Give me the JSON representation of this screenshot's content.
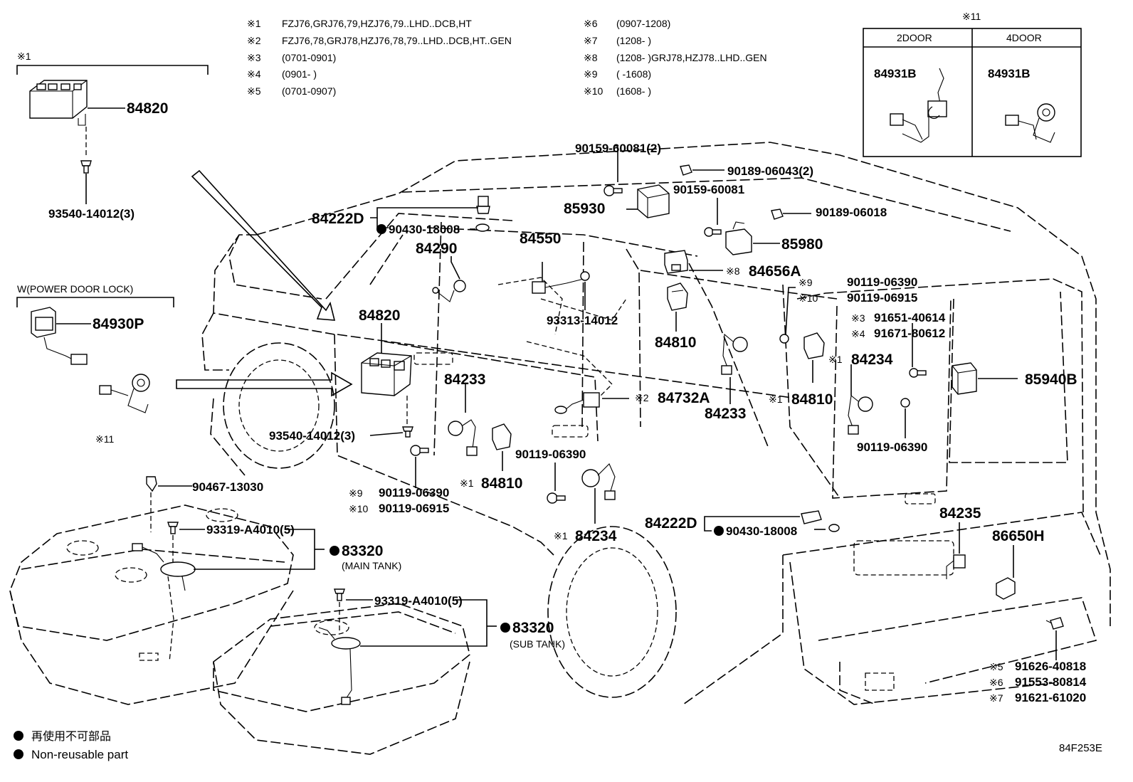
{
  "notes": [
    {
      "mark": "※1",
      "text": "FZJ76,GRJ76,79,HZJ76,79..LHD..DCB,HT"
    },
    {
      "mark": "※2",
      "text": "FZJ76,78,GRJ78,HZJ76,78,79..LHD..DCB,HT..GEN"
    },
    {
      "mark": "※3",
      "text": "(0701-0901)"
    },
    {
      "mark": "※4",
      "text": "(0901-      )"
    },
    {
      "mark": "※5",
      "text": "(0701-0907)"
    },
    {
      "mark": "※6",
      "text": "(0907-1208)"
    },
    {
      "mark": "※7",
      "text": "(1208-      )"
    },
    {
      "mark": "※8",
      "text": "(1208-      )GRJ78,HZJ78..LHD..GEN"
    },
    {
      "mark": "※9",
      "text": "(      -1608)"
    },
    {
      "mark": "※10",
      "text": "(1608-      )"
    }
  ],
  "inset": {
    "mark": "※11",
    "col1": "2DOOR",
    "col2": "4DOOR",
    "part1": "84931B",
    "part2": "84931B"
  },
  "left_group": {
    "mark": "※1",
    "part": "84820",
    "screw": "93540-14012(3)"
  },
  "power_door": {
    "title": "W(POWER DOOR LOCK)",
    "part": "84930P",
    "mark11": "※11"
  },
  "labels": {
    "p90159_60081_2": "90159-60081(2)",
    "p90189_06043_2": "90189-06043(2)",
    "p90159_60081": "90159-60081",
    "p90189_06018": "90189-06018",
    "p84222D_top": "84222D",
    "p90430_top": "90430-18008",
    "p85930": "85930",
    "p84550": "84550",
    "p84290": "84290",
    "p85980": "85980",
    "m8": "※8",
    "p84656A": "84656A",
    "m9a": "※9",
    "p90119_06390_a": "90119-06390",
    "m10a": "※10",
    "p90119_06915_a": "90119-06915",
    "p84820_mid": "84820",
    "p93313": "93313-14012",
    "p84810_a": "84810",
    "m3": "※3",
    "p91651": "91651-40614",
    "m4": "※4",
    "p91671": "91671-80612",
    "m1a": "※1",
    "p84234_a": "84234",
    "p85940B": "85940B",
    "p84233_a": "84233",
    "m2": "※2",
    "p84732A": "84732A",
    "m1b": "※1",
    "p84810_b": "84810",
    "p84233_b": "84233",
    "p93540_mid": "93540-14012(3)",
    "p90119_06390_b": "90119-06390",
    "p90119_06390_c": "90119-06390",
    "m1c": "※1",
    "p84810_c": "84810",
    "m9b": "※9",
    "p90119_06390_d": "90119-06390",
    "m10b": "※10",
    "p90119_06915_b": "90119-06915",
    "p90467": "90467-13030",
    "p93319_a": "93319-A4010(5)",
    "p83320_a": "83320",
    "main_tank": "(MAIN TANK)",
    "m1d": "※1",
    "p84234_b": "84234",
    "p84222D_b": "84222D",
    "p90430_b": "90430-18008",
    "p84235": "84235",
    "p86650H": "86650H",
    "p93319_b": "93319-A4010(5)",
    "p83320_b": "83320",
    "sub_tank": "(SUB TANK)",
    "m5": "※5",
    "p91626": "91626-40818",
    "m6": "※6",
    "p91553": "91553-80814",
    "m7": "※7",
    "p91621": "91621-61020"
  },
  "legend": {
    "jp": "再使用不可部品",
    "en": "Non-reusable part"
  },
  "figure_code": "84F253E"
}
